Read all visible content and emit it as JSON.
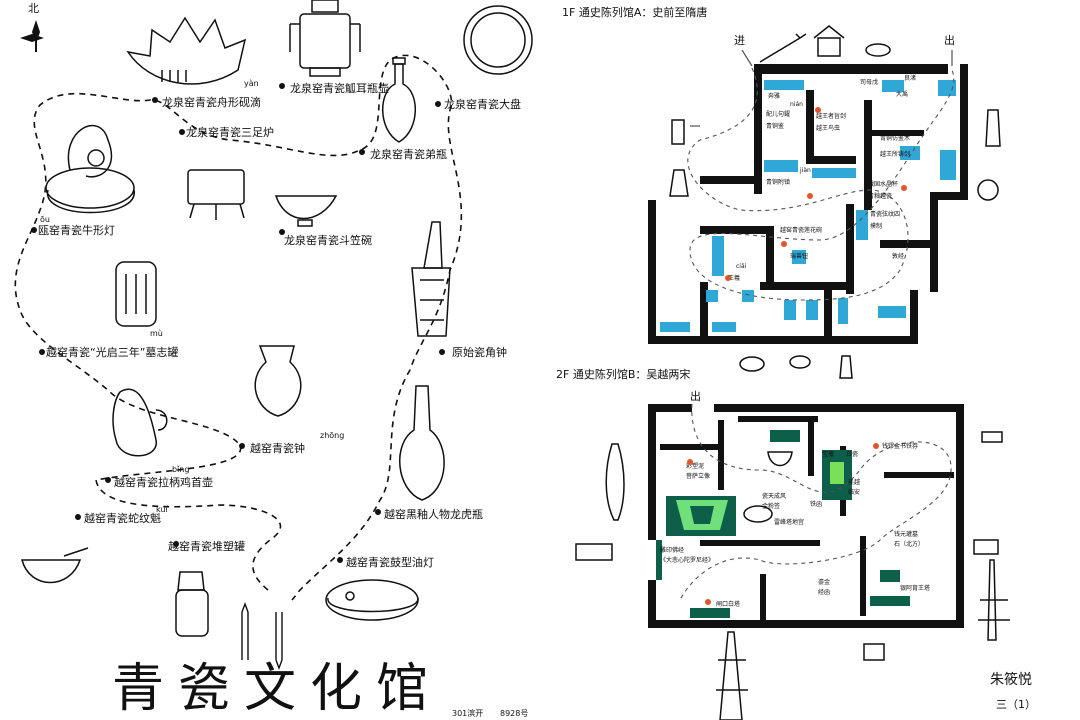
{
  "map": {
    "north_label": "北",
    "title": "青瓷文化馆",
    "footer_note": "301滨开",
    "footer_code": "8928号",
    "signature_name": "朱筱悦",
    "signature_class": "三（1）"
  },
  "left_exhibits": {
    "e1": "龙泉窑青瓷舟形砚滴",
    "e1_pinyin": "yàn",
    "e2": "龙泉窑青瓷觚耳瓶壶",
    "e3": "龙泉窑青瓷大盘",
    "e4": "龙泉窑青瓷三足炉",
    "e5": "龙泉窑青瓷弟瓶",
    "e6": "瓯窑青瓷牛形灯",
    "e6_pinyin": "ōu",
    "e7": "龙泉窑青瓷斗笠碗",
    "e8": "越窑青瓷“光启三年”墓志罐",
    "e8_pinyin": "mù",
    "e9": "原始瓷角钟",
    "e10": "越窑青瓷钟",
    "e10_pinyin": "zhōng",
    "e11": "越窑青瓷拉柄鸡首壶",
    "e11_pinyin": "bǐng",
    "e12": "越窑黑釉人物龙虎瓶",
    "e13": "越窑青瓷蛇纹魁",
    "e13_pinyin": "kuí",
    "e14": "越窑青瓷堆塑罐",
    "e15": "越窑青瓷鼓型油灯"
  },
  "floor1": {
    "header": "1F  通史陈列馆A：史前至隋唐",
    "entrance": "进",
    "exit": "出",
    "r1": "司母戊",
    "r2": "良渚",
    "r3": "奔雅",
    "r4": "大禹",
    "r5_pinyin": "nián",
    "r5": "配儿句鑃",
    "r6": "青铜鉴",
    "r7": "越王者旨剑",
    "r8": "越王鸟虫",
    "r9": "青铜仿鉴木",
    "r10": "越王所铸剑",
    "r11_pinyin": "jiàn",
    "r11": "青铜附镇",
    "r12": "战国水晶杯",
    "r13": "青釉越瓷",
    "r14": "青瓷弦纹四",
    "r15": "越窑青瓷莲花碗",
    "r16": "摸制",
    "r17": "瑞兽钮",
    "r18_pinyin": "ciǎi",
    "r18": "王羲",
    "r19": "敦经"
  },
  "floor2": {
    "header": "2F  通史陈列馆B：吴越两宋",
    "exit": "出",
    "r1": "彩塑泥",
    "r2": "菩萨立像",
    "r3": "瓷天成风",
    "r4": "金粉签",
    "r5": "宝瓶",
    "r6": "白瓷",
    "r7": "钱镠金书铁券",
    "r8": "雷峰塔地宫",
    "r9": "铁函",
    "r10": "吴越",
    "r11": "临安",
    "r12": "钱元瓘墓",
    "r13": "石（北方）",
    "r14": "雕印佛经",
    "r15": "《大悲心陀罗尼经》",
    "r16": "鎏金",
    "r17": "经函",
    "r18": "银阿育王塔",
    "r19": "闸口白塔"
  }
}
